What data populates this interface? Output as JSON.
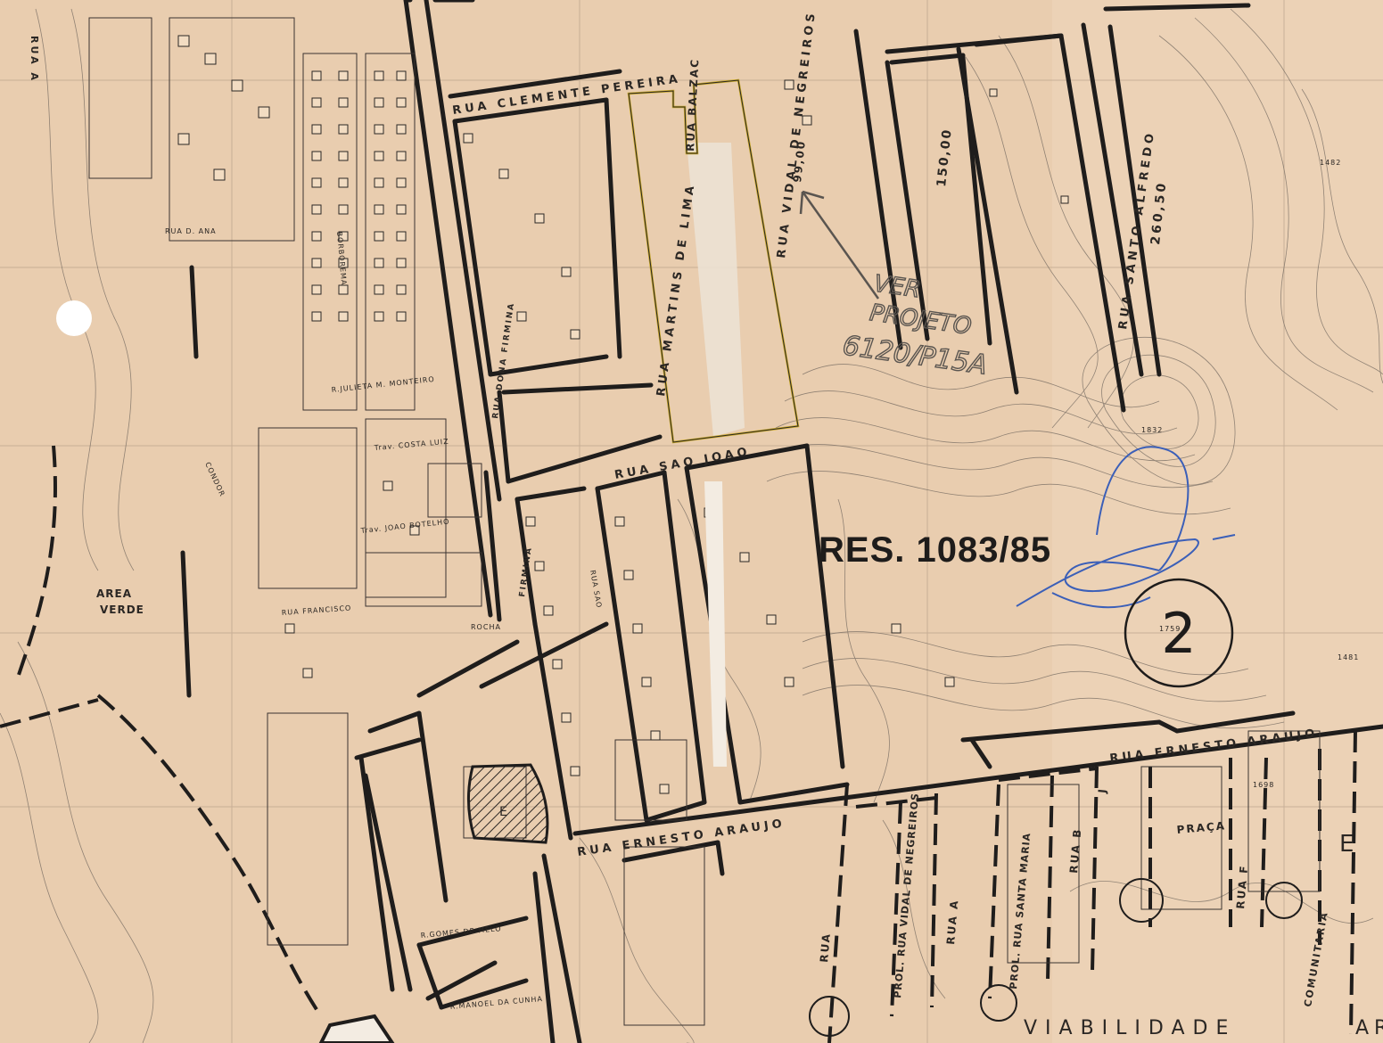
{
  "map": {
    "resolution": "RES. 1083/85",
    "sheet_number": "2",
    "note_line1": "VER",
    "note_line2": "PROJETO",
    "note_line3": "6120/P15A",
    "bottom_label": "VIABILIDADE",
    "bottom_label_cut": "AR",
    "area_verde_1": "AREA",
    "area_verde_2": "VERDE",
    "colors": {
      "paper": "#e9cdaf",
      "ink": "#2b2724",
      "highlight": "#c8a828",
      "signature": "#3b5fb8"
    }
  },
  "streets": {
    "clemente_pereira": "RUA  CLEMENTE  PEREIRA",
    "martins_de_lima": "RUA  MARTINS  DE  LIMA",
    "balzac": "RUA  BALZAC",
    "vidal_negreiros": "RUA  VIDAL  DE  NEGREIROS",
    "sao_joao": "RUA  SAO  JOAO",
    "santo_alfredo": "RUA  SANTO  ALFREDO",
    "ernesto_araujo_left": "RUA  ERNESTO  ARAUJO",
    "ernesto_araujo_right": "RUA  ERNESTO  ARAUJO",
    "dona_firmina": "RUA  DONA  FIRMINA",
    "firmina_lower": "FIRMINA",
    "d_ana": "RUA  D.  ANA",
    "rua_a_top": "RUA  A",
    "rua_a_lower": "RUA  A",
    "rua_b": "RUA  B",
    "rua_j": "J",
    "rua_e": "E",
    "rua_f": "RUA  F",
    "rua_left": "RUA",
    "prol_vidal": "PROL. RUA  VIDAL DE NEGREIROS",
    "prol_santa_maria": "PROL. RUA  SANTA MARIA",
    "praca": "PRAÇA",
    "comunitaria": "COMUNITARIA",
    "julieta": "R.JULIETA M. MONTEIRO",
    "joao_botelho": "Trav. JOAO BOTELHO",
    "francisco": "RUA FRANCISCO",
    "gomes_melo": "R.GOMES DE MELO",
    "manoel_cunha": "R.MANOEL DA CUNHA",
    "costa_luiz": "Trav. COSTA LUIZ",
    "borborema": "BORBOREMA",
    "condor": "CONDOR",
    "sao_vertical": "RUA  SAO",
    "rocha": "ROCHA",
    "rua_e_left": "E"
  },
  "dimensions": {
    "d150": "150,00",
    "d260": "260,50",
    "d99": "99,00"
  },
  "spot_elevations": [
    "1832",
    "1759",
    "1698",
    "1481",
    "1482"
  ]
}
